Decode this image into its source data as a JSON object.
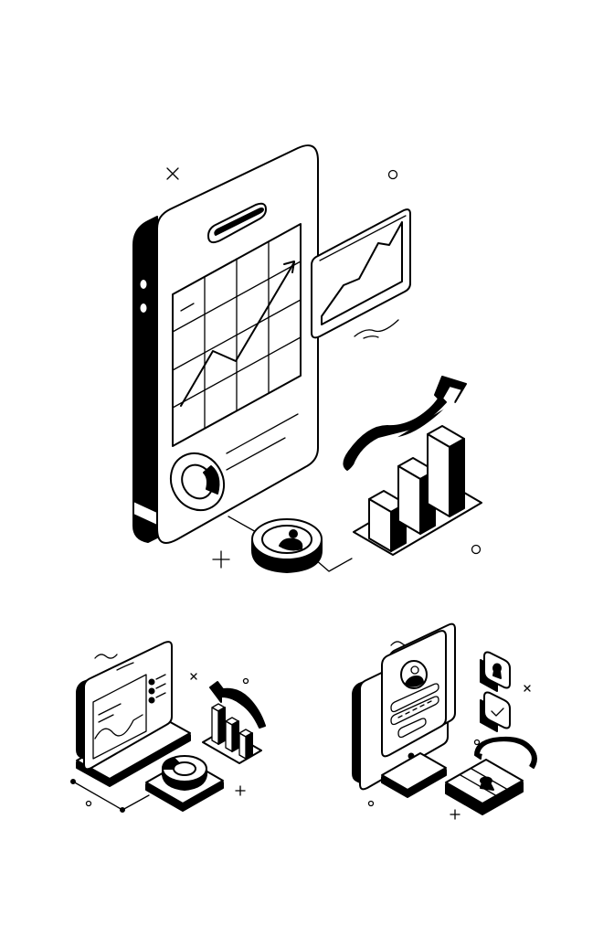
{
  "illustration": {
    "ink_color": "#000000",
    "background_color": "#ffffff",
    "scenes": [
      {
        "name": "smartphone-analytics",
        "icons": [
          "smartphone-icon",
          "line-chart-icon",
          "bar-chart-icon",
          "trend-arrow-icon",
          "user-badge-icon",
          "donut-chart-icon"
        ]
      },
      {
        "name": "laptop-analytics",
        "icons": [
          "laptop-icon",
          "donut-chart-icon",
          "bar-chart-icon",
          "trend-arrow-icon"
        ]
      },
      {
        "name": "account-security",
        "icons": [
          "monitor-icon",
          "login-card-icon",
          "padlock-icon",
          "keyhole-icon",
          "checkmark-icon"
        ]
      }
    ]
  }
}
